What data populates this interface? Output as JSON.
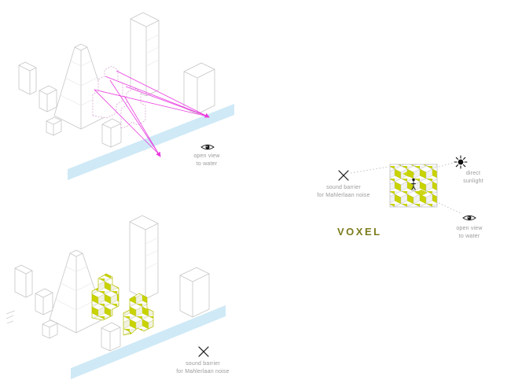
{
  "colors": {
    "accent_magenta": "#e93bdf",
    "voxel_green": "#c9d300",
    "water_blue": "#cfe9f6",
    "outline_gray": "#c6c6c6",
    "label_gray": "#9a9a9a",
    "title_olive": "#7c7c1e",
    "icon_black": "#1a1a1a"
  },
  "icons": {
    "eye": "eye-icon",
    "sun": "sun-icon",
    "x": "x-icon"
  },
  "top_diagram": {
    "label": {
      "line1": "open view",
      "line2": "to water"
    }
  },
  "bottom_diagram": {
    "label": {
      "line1": "sound barrier",
      "line2": "for Mahlerlaan noise"
    }
  },
  "voxel_panel": {
    "title": "VOXEL",
    "sound_barrier": {
      "line1": "sound barrier",
      "line2": "for Mahlerlaan noise"
    },
    "sunlight": {
      "line1": "direct",
      "line2": "sunlight"
    },
    "open_view": {
      "line1": "open view",
      "line2": "to water"
    }
  }
}
